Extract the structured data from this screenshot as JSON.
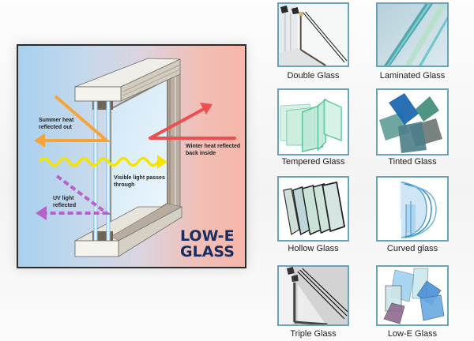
{
  "diagram": {
    "title_line1": "LOW-E",
    "title_line2": "GLASS",
    "labels": {
      "summer": [
        "Summer heat",
        "reflected out"
      ],
      "winter": [
        "Winter heat reflected",
        "back inside"
      ],
      "visible": [
        "Visible light passes",
        "through"
      ],
      "uv": [
        "UV light",
        "reflected"
      ]
    },
    "colors": {
      "summer_heat": "#f6a33a",
      "winter_heat": "#ee4e4f",
      "visible_light": "#f4e400",
      "uv_light": "#b760c8",
      "title": "#1b2c5e"
    }
  },
  "products": [
    {
      "name": "Double Glass"
    },
    {
      "name": "Laminated Glass"
    },
    {
      "name": "Tempered Glass"
    },
    {
      "name": "Tinted Glass"
    },
    {
      "name": "Hollow Glass"
    },
    {
      "name": "Curved glass"
    },
    {
      "name": "Triple Glass"
    },
    {
      "name": "Low-E Glass"
    }
  ]
}
